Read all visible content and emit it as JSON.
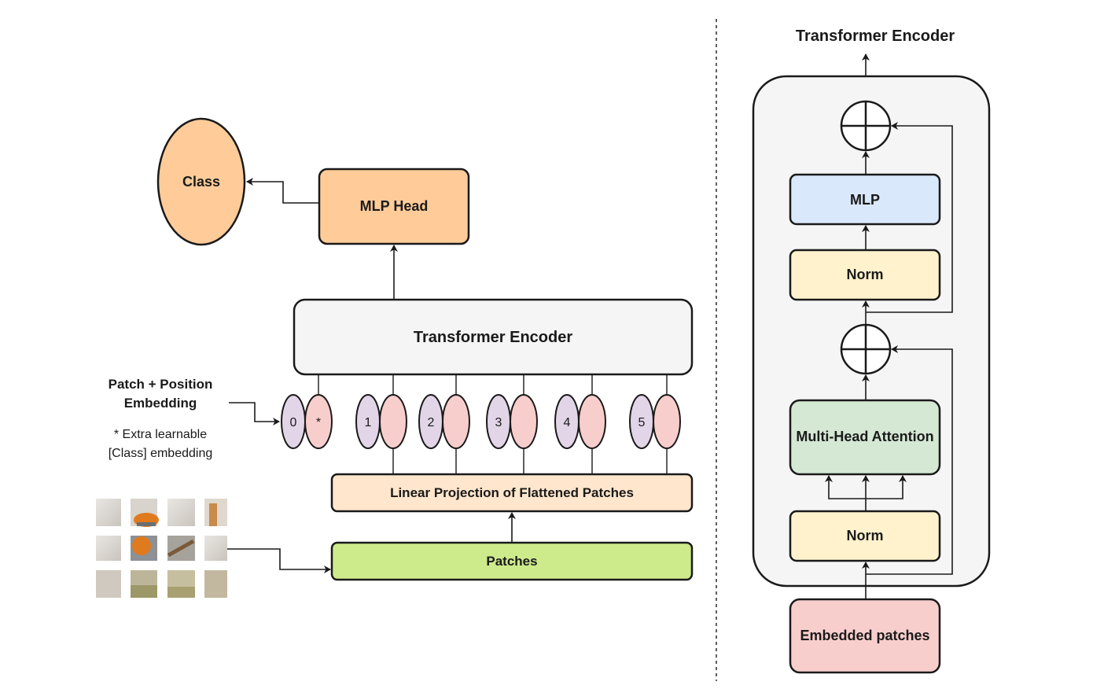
{
  "left": {
    "class_label": "Class",
    "mlp_head_label": "MLP Head",
    "encoder_label": "Transformer Encoder",
    "embedding_note": {
      "title_line1": "Patch + Position",
      "title_line2": "Embedding",
      "note_line1": "* Extra learnable",
      "note_line2": "[Class] embedding"
    },
    "tokens": [
      "0",
      "*",
      "1",
      "2",
      "3",
      "4",
      "5"
    ],
    "linear_projection_label": "Linear Projection of Flattened Patches",
    "patches_label": "Patches"
  },
  "right": {
    "title": "Transformer Encoder",
    "mlp_label": "MLP",
    "norm_top_label": "Norm",
    "mha_label": "Multi-Head Attention",
    "norm_bottom_label": "Norm",
    "embedded_patches_label": "Embedded patches"
  },
  "colors": {
    "class_fill": "#FFCC99",
    "mlp_head_fill": "#FFCC99",
    "encoder_fill": "#F5F5F5",
    "position_token_fill": "#E1D5E7",
    "patch_token_fill": "#F8CECC",
    "linear_projection_fill": "#FFE6CC",
    "patches_fill": "#CDEB8B",
    "block_container_fill": "#F5F5F5",
    "mlp_fill": "#DAE8FC",
    "norm_fill": "#FFF2CC",
    "mha_fill": "#D5E8D4",
    "embedded_patches_fill": "#F8CECC"
  },
  "icons": [
    "add-circle-icon",
    "arrow-icon"
  ]
}
